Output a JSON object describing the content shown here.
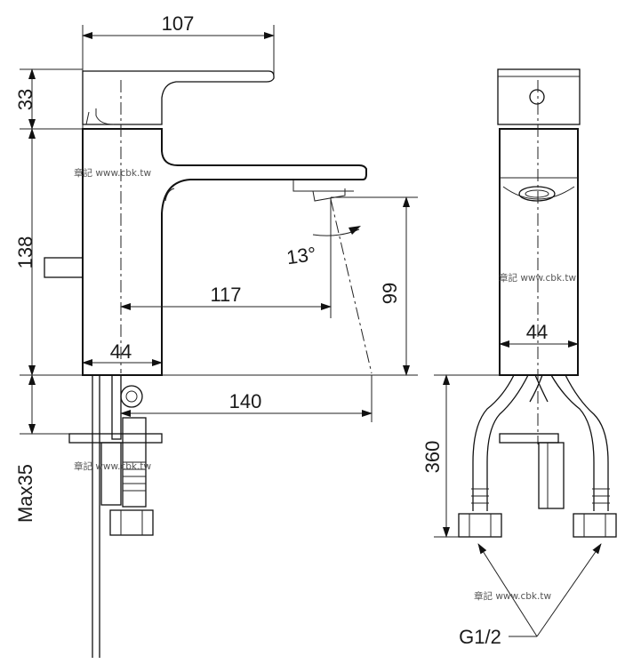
{
  "dimensions": {
    "width_top": "107",
    "handle_height": "33",
    "body_height": "138",
    "spout_reach": "117",
    "outlet_height": "99",
    "angle": "13°",
    "base_width_front": "44",
    "overall_reach": "140",
    "max_deck": "Max35",
    "base_width_side": "44",
    "hose_length": "360",
    "connection": "G1/2"
  },
  "watermarks": [
    "章記 www.cbk.tw",
    "章記 www.cbk.tw",
    "章記 www.cbk.tw",
    "章記 www.cbk.tw"
  ],
  "colors": {
    "line": "#111111",
    "background": "#ffffff",
    "watermark": "#555555"
  }
}
